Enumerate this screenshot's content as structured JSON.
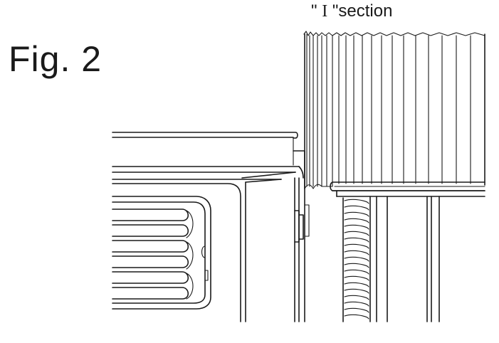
{
  "figure": {
    "label": "Fig. 2",
    "section_label_prefix": "\" ",
    "section_label_roman": "I",
    "section_label_suffix": " \"section"
  },
  "colors": {
    "ink": "#1a1a1a",
    "background": "#ffffff"
  }
}
